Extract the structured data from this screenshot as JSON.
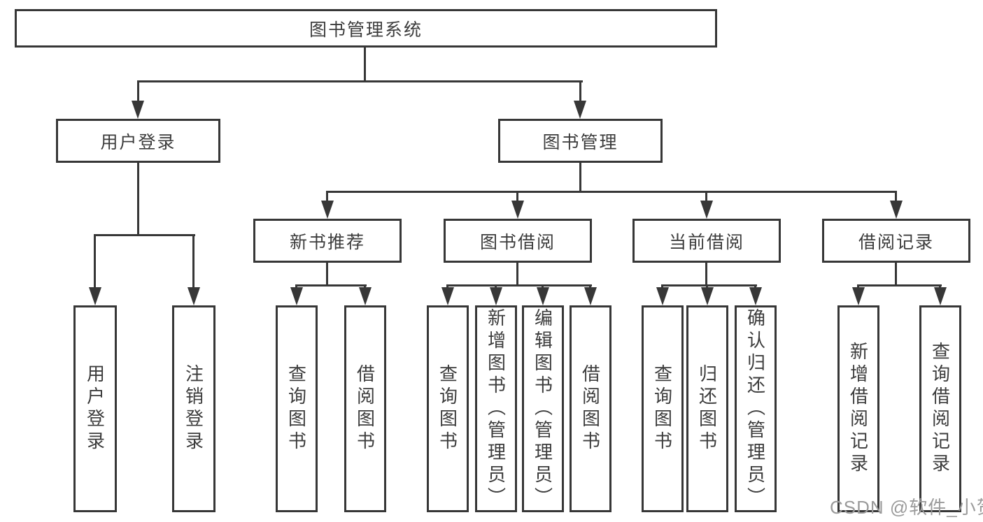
{
  "diagram": {
    "root": "图书管理系统",
    "children": [
      {
        "label": "用户登录",
        "children": [
          "用户登录",
          "注销登录"
        ]
      },
      {
        "label": "图书管理",
        "children": [
          {
            "label": "新书推荐",
            "children": [
              "查询图书",
              "借阅图书"
            ]
          },
          {
            "label": "图书借阅",
            "children": [
              "查询图书",
              "新增图书（管理员）",
              "编辑图书（管理员）",
              "借阅图书"
            ]
          },
          {
            "label": "当前借阅",
            "children": [
              "查询图书",
              "归还图书",
              "确认归还（管理员）"
            ]
          },
          {
            "label": "借阅记录",
            "children": [
              "新增借阅记录",
              "查询借阅记录"
            ]
          }
        ]
      }
    ]
  },
  "watermark": "CSDN @软件_小贺同学",
  "colors": {
    "line": "#373737",
    "text": "#3c3c3c",
    "watermark": "#9b9b9b",
    "background": "#ffffff"
  }
}
